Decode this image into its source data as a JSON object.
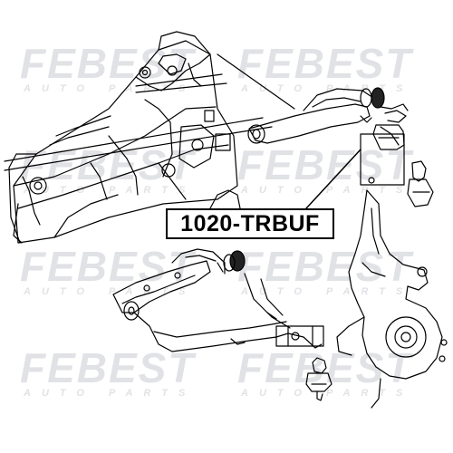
{
  "diagram": {
    "part_number": "1020-TRBUF",
    "watermark": {
      "brand": "FEBEST",
      "tagline": "AUTO PARTS"
    }
  }
}
